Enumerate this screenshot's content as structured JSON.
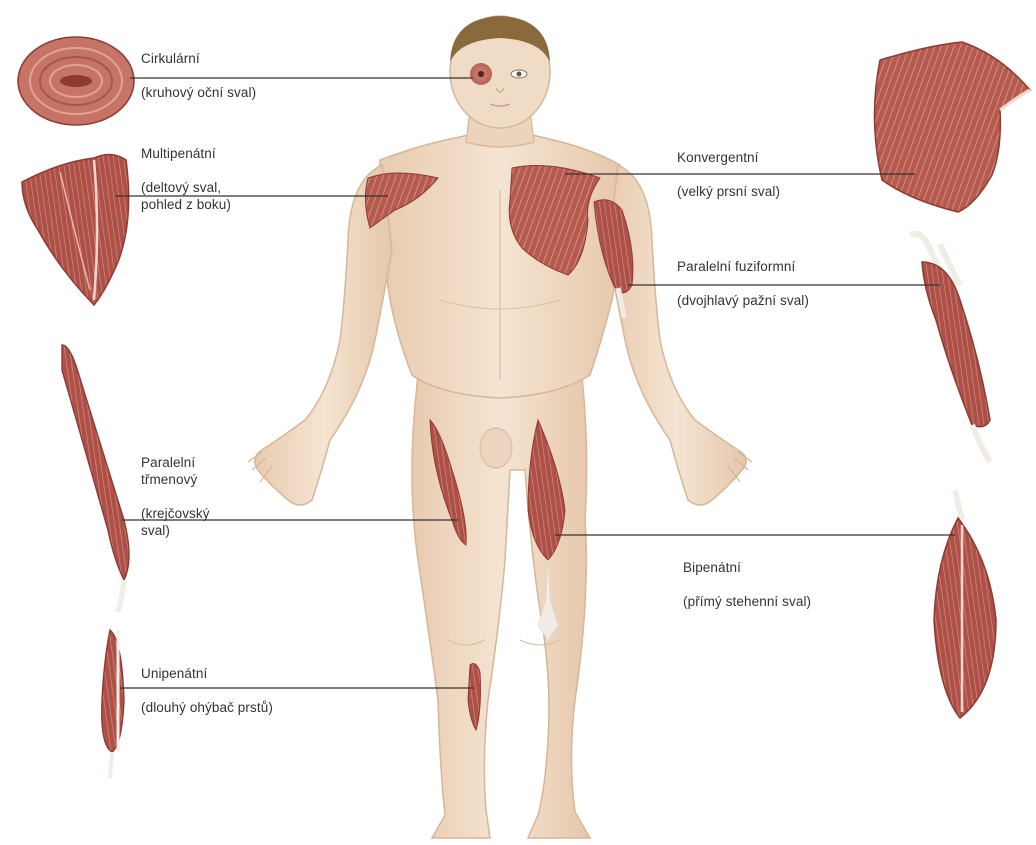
{
  "colors": {
    "skin": "#f1dcc6",
    "skin_shade": "#e3c2a4",
    "hair": "#8a6a3c",
    "muscle": "#b5574d",
    "muscle_dark": "#8e3a33",
    "muscle_light": "#d48a7e",
    "tendon": "#f2ece6",
    "leader_line": "#333333",
    "text": "#333333"
  },
  "labels": {
    "circular": {
      "title": "Cirkulární",
      "detail": "(kruhový oční sval)"
    },
    "multipennate": {
      "title": "Multipenátní",
      "detail": "(deltový sval,\npohled z boku)"
    },
    "convergent": {
      "title": "Konvergentní",
      "detail": "(velký prsní sval)"
    },
    "parallel_fusiform": {
      "title": "Paralelní fuziformní",
      "detail": "(dvojhlavý pažní sval)"
    },
    "parallel_strap": {
      "title": "Paralelní\ntřmenový",
      "detail": "(krejčovský\nsval)"
    },
    "bipennate": {
      "title": "Bipenátní",
      "detail": "(přímý stehenní sval)"
    },
    "unipennate": {
      "title": "Unipenátní",
      "detail": "(dlouhý ohýbač prstů)"
    }
  }
}
